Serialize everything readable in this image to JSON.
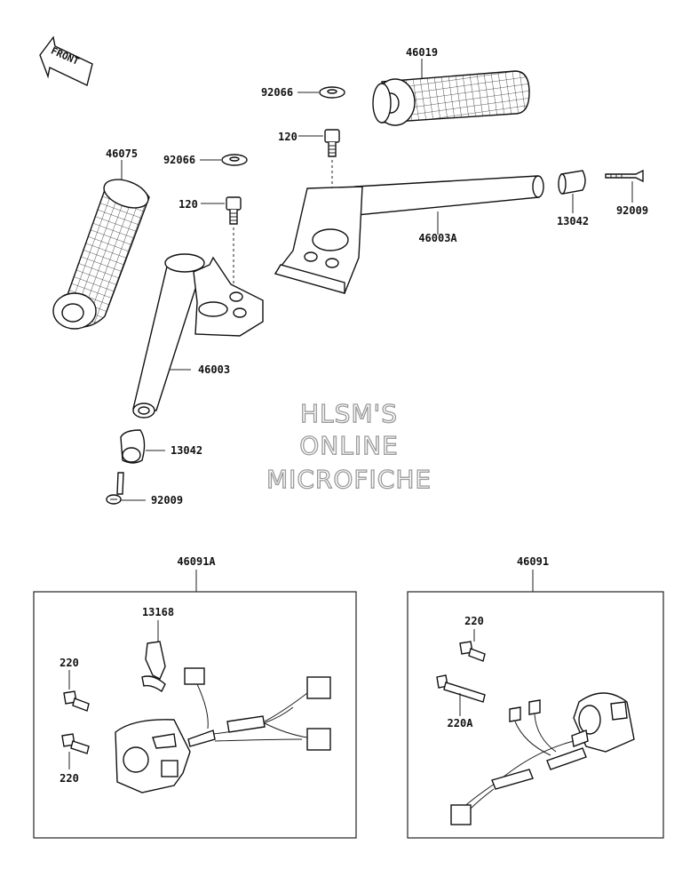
{
  "labels": {
    "l46019": "46019",
    "l92066a": "92066",
    "l120a": "120",
    "l46075": "46075",
    "l92066b": "92066",
    "l120b": "120",
    "l46003A": "46003A",
    "l13042a": "13042",
    "l92009a": "92009",
    "l46003": "46003",
    "l13042b": "13042",
    "l92009b": "92009",
    "l46091A": "46091A",
    "l46091": "46091",
    "l13168": "13168",
    "l220a": "220",
    "l220b": "220",
    "l220c": "220",
    "l220A": "220A"
  },
  "front_arrow": "FRONT",
  "watermark": {
    "line1": "HLSM'S",
    "line2": "ONLINE",
    "line3": "MICROFICHE"
  }
}
